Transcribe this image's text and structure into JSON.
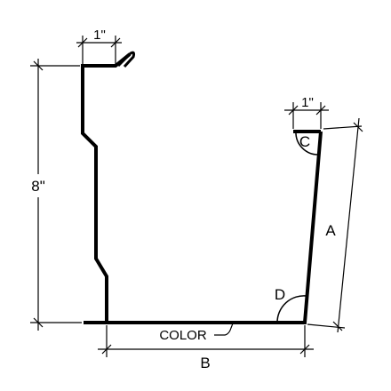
{
  "labels": {
    "top_left_width": "1\"",
    "top_right_width": "1\"",
    "height": "8\"",
    "angle_c": "C",
    "angle_d": "D",
    "side_a": "A",
    "bottom_b": "B",
    "color_callout": "COLOR"
  }
}
